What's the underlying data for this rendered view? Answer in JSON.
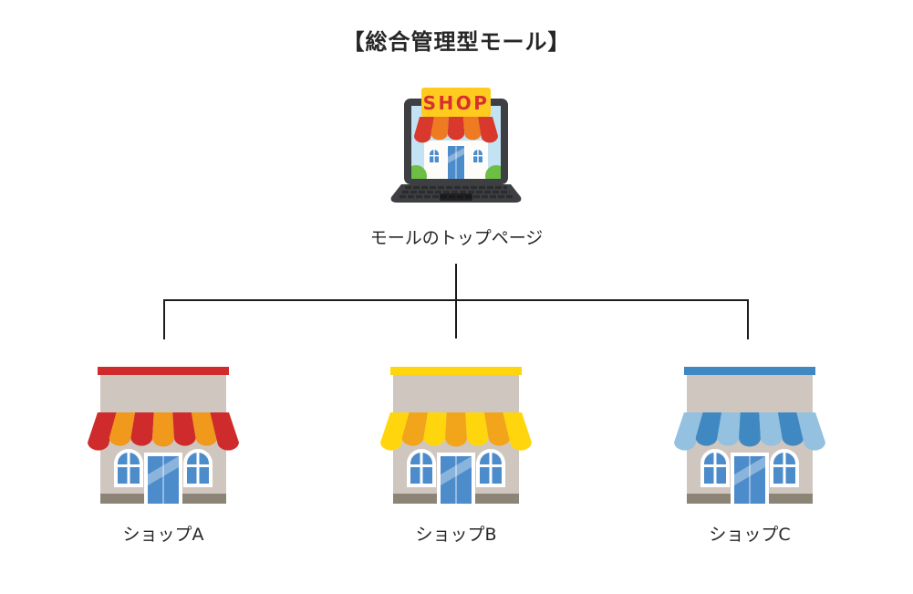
{
  "title": "【総合管理型モール】",
  "colors": {
    "background": "#FFFFFF",
    "text": "#262626",
    "line": "#1B1B1B"
  },
  "mall": {
    "label": "モールのトップページ",
    "sign_text": "SHOP"
  },
  "laptop": {
    "body": "#3E3F42",
    "screen_sky": "#C3E2F4",
    "sign_bg": "#FFCB1F",
    "sign_text_color": "#D8302F",
    "awning": [
      "#D8392C",
      "#EE7A21",
      "#D8392C",
      "#EE7A21",
      "#D8392C"
    ],
    "building": "#FDFCF8",
    "bush": "#6CBE44",
    "pane": "#4D8CCB"
  },
  "shop_common": {
    "wall": "#CFC7BF",
    "base": "#8D8478",
    "frame": "#FFFFFF",
    "pane": "#4D8CCB"
  },
  "shops": [
    {
      "label": "ショップA",
      "trim": "#CF2B2C",
      "awning": [
        "#CF2B2C",
        "#F0991C",
        "#CF2B2C",
        "#F0991C",
        "#CF2B2C",
        "#F0991C",
        "#CF2B2C"
      ]
    },
    {
      "label": "ショップB",
      "trim": "#FFD60E",
      "awning": [
        "#FFD60E",
        "#F2A51A",
        "#FFD60E",
        "#F2A51A",
        "#FFD60E",
        "#F2A51A",
        "#FFD60E"
      ]
    },
    {
      "label": "ショップC",
      "trim": "#3F88C2",
      "awning": [
        "#93C1DF",
        "#3F88C2",
        "#93C1DF",
        "#3F88C2",
        "#93C1DF",
        "#3F88C2",
        "#93C1DF"
      ]
    }
  ]
}
